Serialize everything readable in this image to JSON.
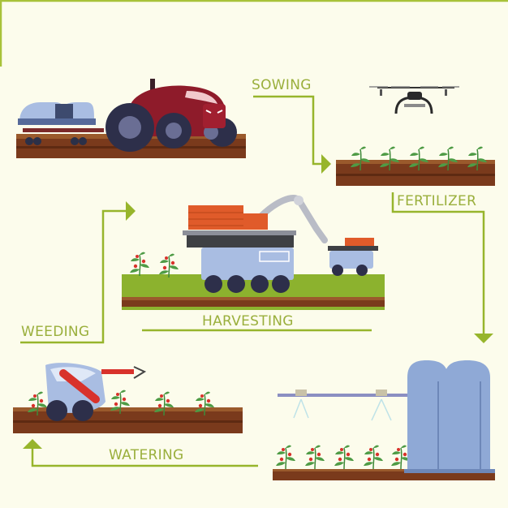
{
  "stages": {
    "sowing": "SOWING",
    "fertilizer": "FERTILIZER",
    "watering": "WATERING",
    "weeding": "WEEDING",
    "harvesting": "HARVESTING"
  },
  "colors": {
    "background": "#fcfcec",
    "arrow": "#97b52c",
    "label": "#9aaf3c",
    "soil": "#7a3a1c",
    "tractor": "#8e1b2a",
    "machine_blue": "#8fa9d6"
  }
}
